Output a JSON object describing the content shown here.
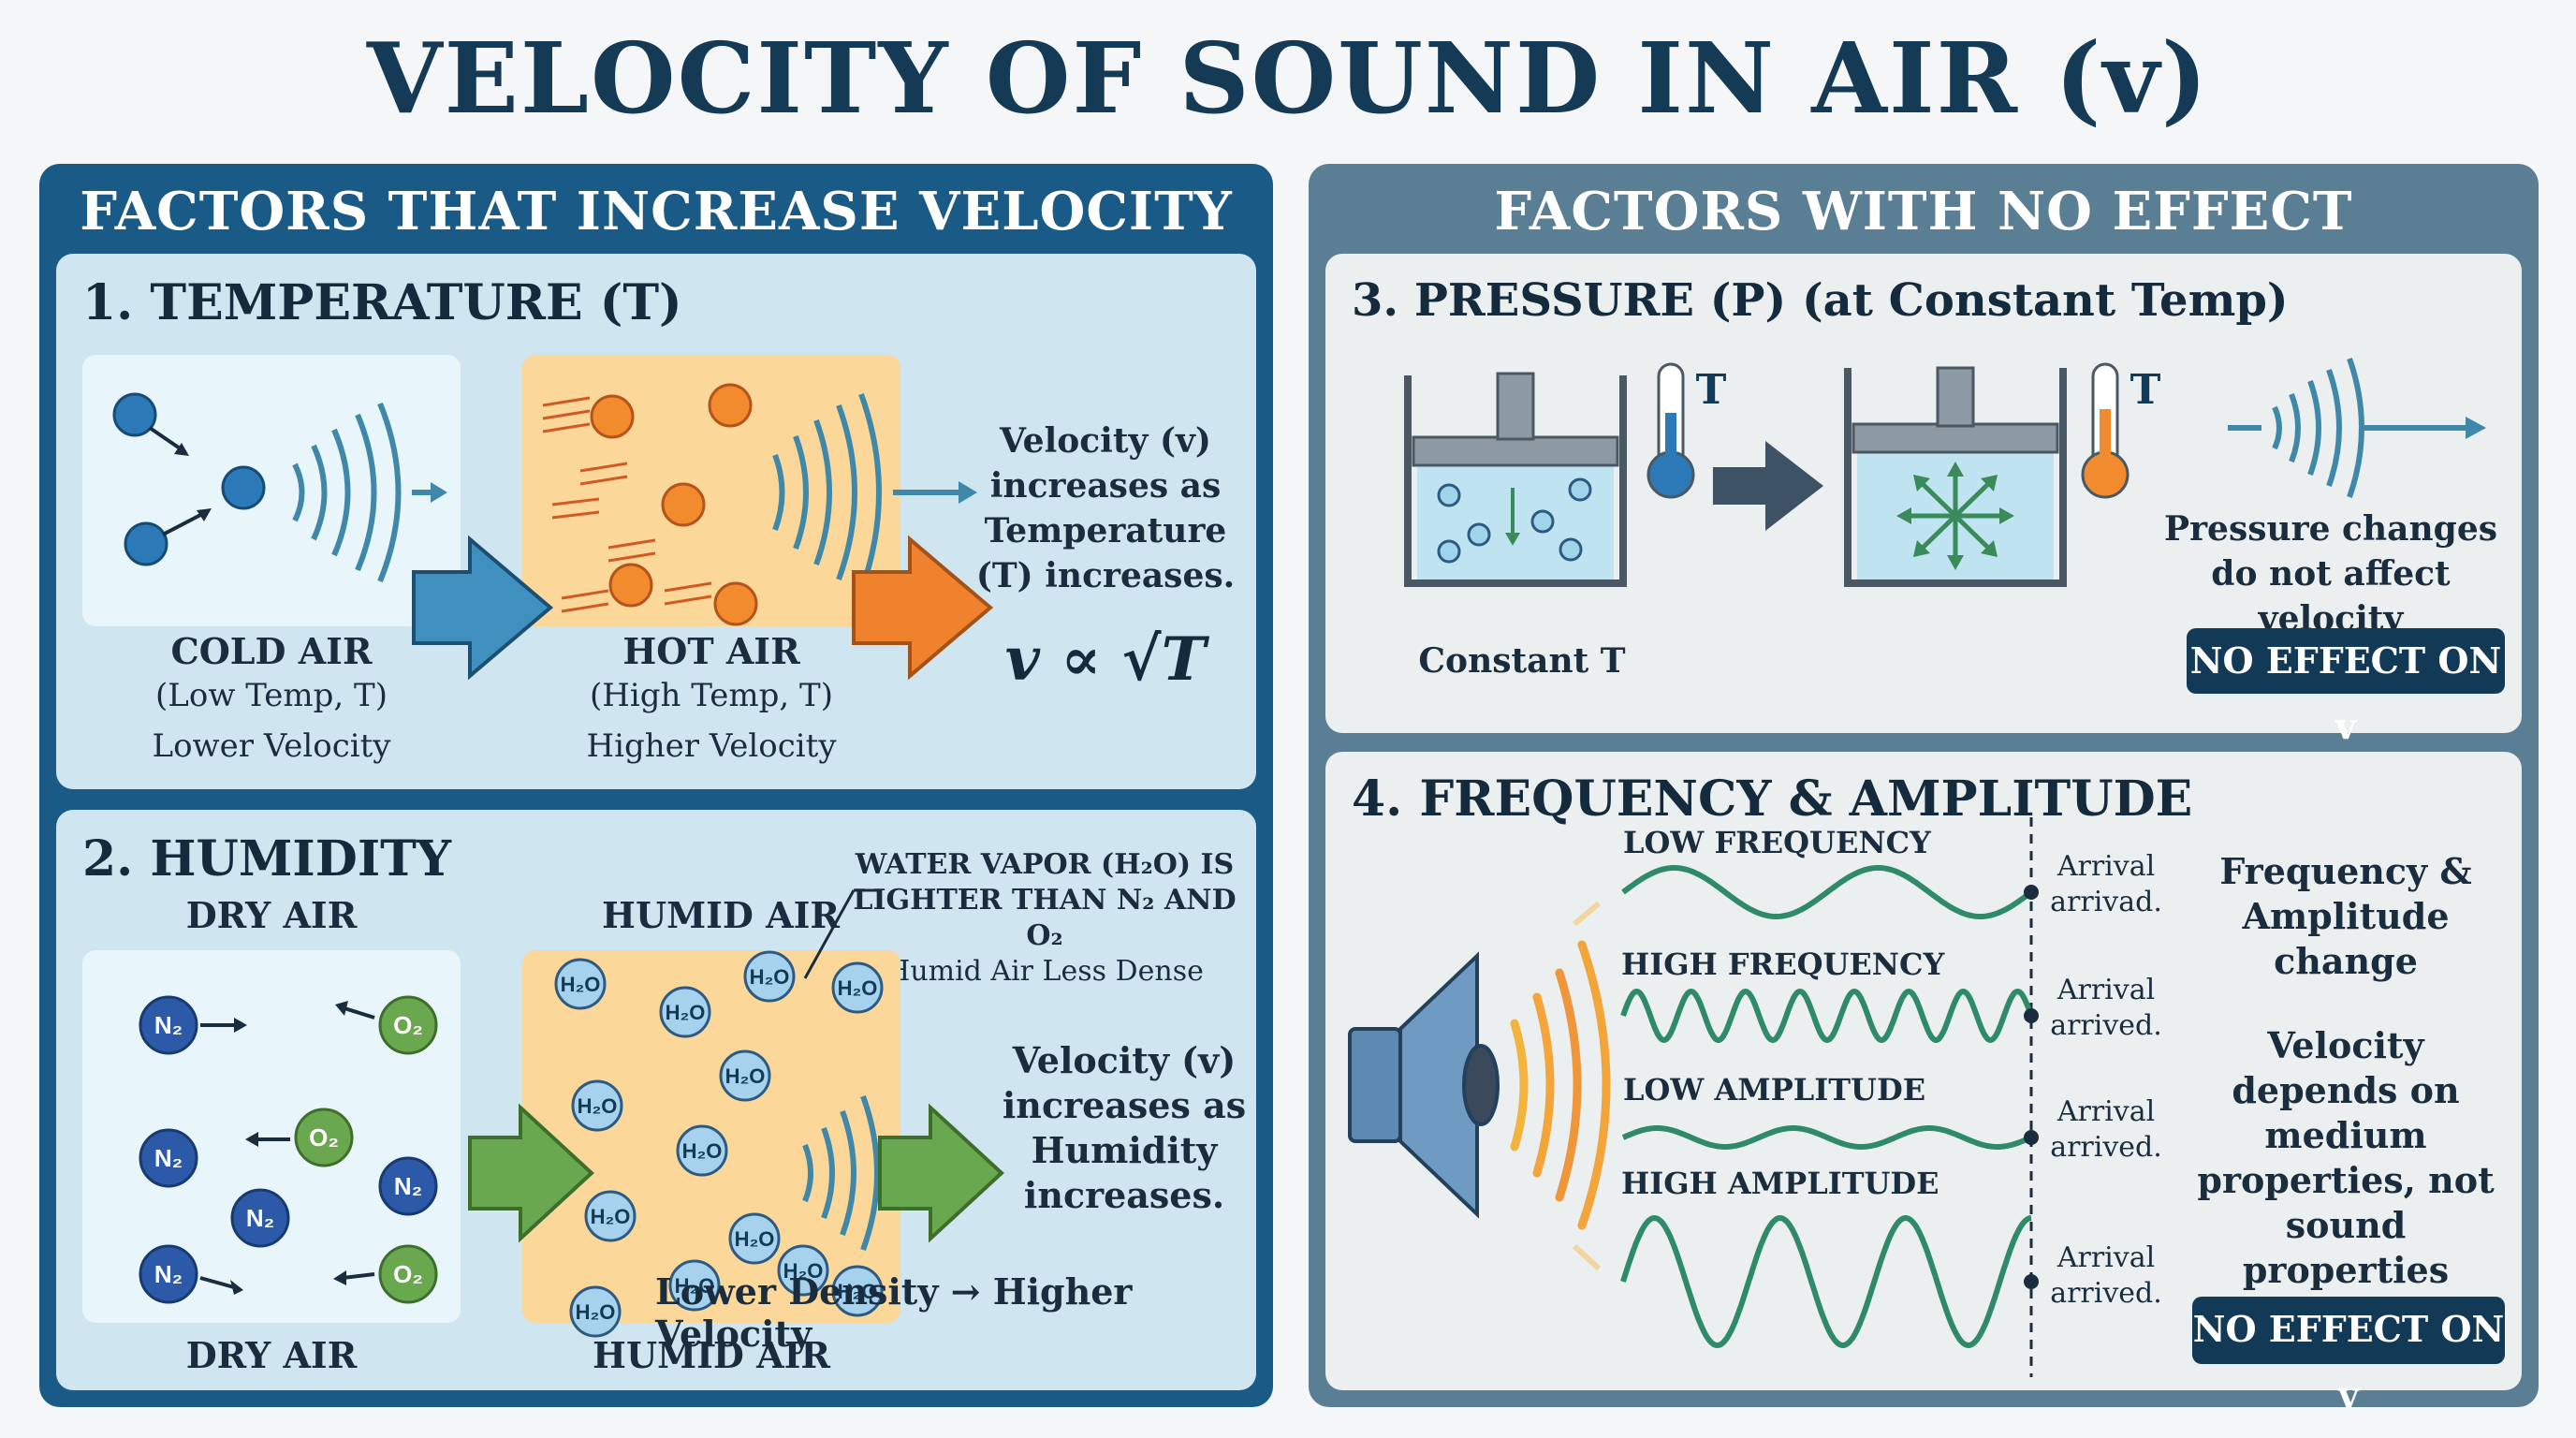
{
  "title": "VELOCITY OF SOUND IN AIR (v)",
  "left_panel": {
    "heading": "FACTORS THAT INCREASE VELOCITY",
    "temperature": {
      "heading": "1. TEMPERATURE (T)",
      "cold_title": "COLD AIR",
      "cold_sub": "(Low Temp, T)",
      "cold_velocity": "Lower Velocity",
      "hot_title": "HOT AIR",
      "hot_sub": "(High Temp, T)",
      "hot_velocity": "Higher Velocity",
      "statement": "Velocity (v) increases as Temperature (T) increases.",
      "formula": "v ∝ √T"
    },
    "humidity": {
      "heading": "2. HUMIDITY",
      "dry_top": "DRY AIR",
      "humid_top": "HUMID AIR",
      "dry_bottom": "DRY AIR",
      "humid_bottom": "HUMID AIR",
      "note_line1": "WATER VAPOR (H₂O) IS",
      "note_line2": "LIGHTER THAN N₂ AND O₂",
      "note_line3": "Humid Air Less Dense",
      "density": "Lower Density → Higher Velocity",
      "statement": "Velocity (v) increases as Humidity increases.",
      "n2": "N₂",
      "o2": "O₂",
      "h2o": "H₂O"
    }
  },
  "right_panel": {
    "heading": "FACTORS WITH NO EFFECT",
    "pressure": {
      "heading": "3. PRESSURE (P) (at Constant Temp)",
      "thermo_label": "T",
      "constant": "Constant T",
      "statement": "Pressure changes do not affect velocity",
      "badge": "NO EFFECT ON v"
    },
    "frequency": {
      "heading": "4. FREQUENCY & AMPLITUDE",
      "waves": [
        {
          "label": "LOW FREQUENCY",
          "arrival": "Arrival arrivad."
        },
        {
          "label": "HIGH FREQUENCY",
          "arrival": "Arrival arrived."
        },
        {
          "label": "LOW AMPLITUDE",
          "arrival": "Arrival arrived."
        },
        {
          "label": "HIGH AMPLITUDE",
          "arrival": "Arrival arrived."
        }
      ],
      "statement1": "Frequency & Amplitude change",
      "statement2": "Velocity depends on medium properties, not sound properties",
      "badge": "NO EFFECT ON v"
    }
  },
  "colors": {
    "left_panel": "#195a86",
    "right_panel": "#5a7e93",
    "card_blue": "#cfe6f1",
    "card_grey": "#ecefef",
    "warm_box": "#fbd79a",
    "wave_green": "#2f8a6a",
    "badge": "#123a57"
  }
}
